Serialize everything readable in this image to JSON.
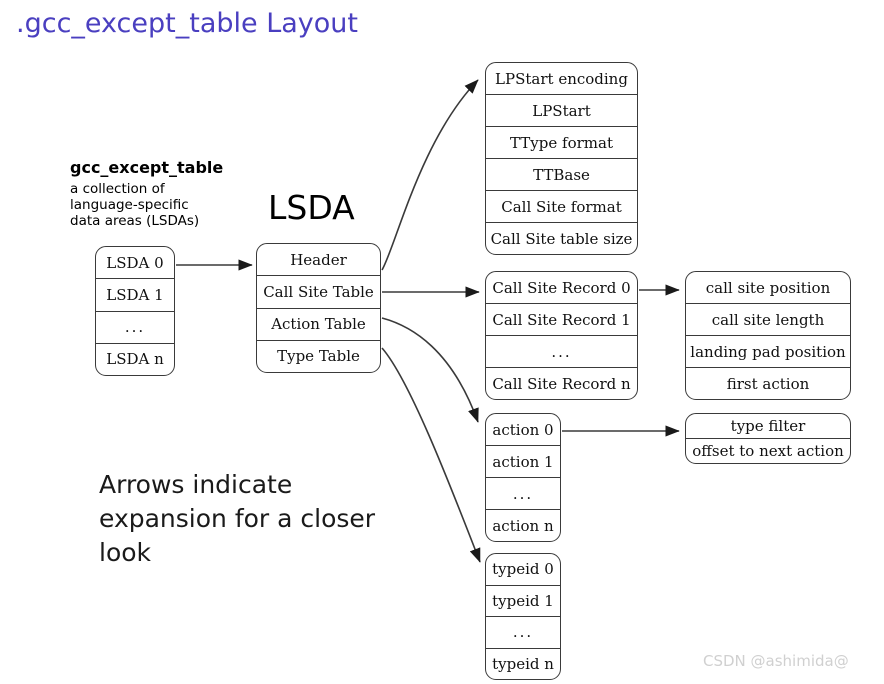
{
  "title": ".gcc_except_table Layout",
  "title_color": "#4a3fc0",
  "left_caption": {
    "heading": "gcc_except_table",
    "description_lines": [
      "a collection of",
      "language-specific",
      "data areas (LSDAs)"
    ]
  },
  "lsda_heading": "LSDA",
  "note_lines": [
    "Arrows indicate",
    "expansion for a closer",
    "look"
  ],
  "watermark": "CSDN @ashimida@",
  "boxes": {
    "except_table": {
      "name": "gcc_except_table-box",
      "rows": [
        "LSDA 0",
        "LSDA 1",
        "...",
        "LSDA n"
      ]
    },
    "lsda": {
      "name": "lsda-box",
      "rows": [
        "Header",
        "Call Site Table",
        "Action Table",
        "Type Table"
      ]
    },
    "header_detail": {
      "name": "header-detail-box",
      "rows": [
        "LPStart encoding",
        "LPStart",
        "TType format",
        "TTBase",
        "Call Site format",
        "Call Site table size"
      ]
    },
    "call_site_table": {
      "name": "call-site-table-box",
      "rows": [
        "Call Site Record 0",
        "Call Site Record 1",
        "...",
        "Call Site Record n"
      ]
    },
    "call_site_record_detail": {
      "name": "call-site-record-detail-box",
      "rows": [
        "call site position",
        "call site length",
        "landing pad position",
        "first action"
      ]
    },
    "action_table": {
      "name": "action-table-box",
      "rows": [
        "action 0",
        "action 1",
        "...",
        "action n"
      ]
    },
    "action_detail": {
      "name": "action-detail-box",
      "rows": [
        "type filter",
        "offset to next action"
      ]
    },
    "type_table": {
      "name": "type-table-box",
      "rows": [
        "typeid 0",
        "typeid 1",
        "...",
        "typeid n"
      ]
    }
  },
  "colors": {
    "stroke": "#3a3a3a",
    "text": "#111111",
    "accent": "#4a3fc0",
    "watermark": "#d0d0d0"
  }
}
